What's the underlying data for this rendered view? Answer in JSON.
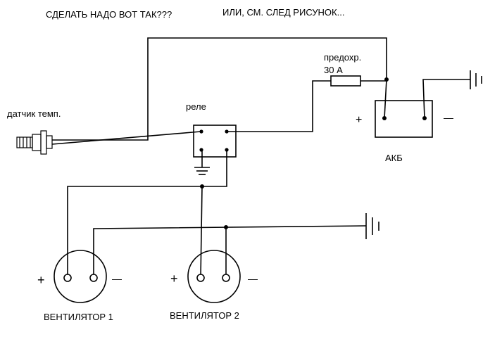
{
  "header": {
    "question": "СДЕЛАТЬ НАДО ВОТ ТАК???",
    "alternative": "ИЛИ, СМ. СЛЕД РИСУНОК..."
  },
  "labels": {
    "sensor": "датчик темп.",
    "relay": "реле",
    "fuse_line1": "предохр.",
    "fuse_line2": "30 А",
    "battery": "АКБ",
    "fan1": "ВЕНТИЛЯТОР 1",
    "fan2": "ВЕНТИЛЯТОР 2"
  },
  "polarity": {
    "plus": "+",
    "minus": "—"
  }
}
